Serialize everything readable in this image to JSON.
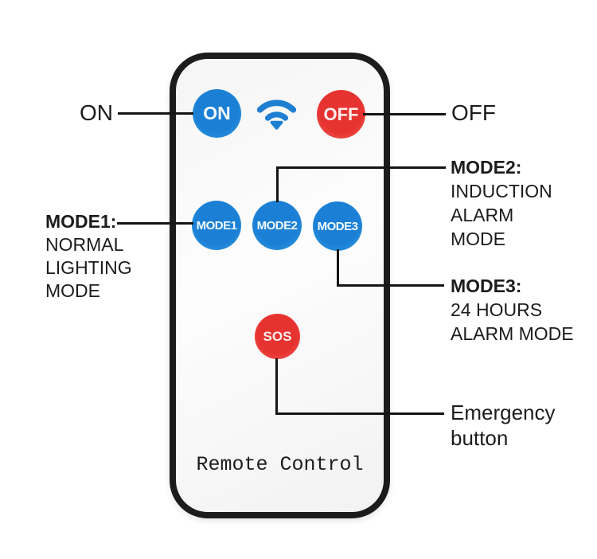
{
  "colors": {
    "blue": "#1b80d5",
    "red": "#e73330",
    "line": "#151515"
  },
  "remote": {
    "on_button": "ON",
    "off_button": "OFF",
    "mode1_button": "MODE1",
    "mode2_button": "MODE2",
    "mode3_button": "MODE3",
    "sos_button": "SOS",
    "brand": "Remote Control"
  },
  "callouts": {
    "on": {
      "label": "ON"
    },
    "off": {
      "label": "OFF"
    },
    "mode1": {
      "title": "MODE1:",
      "lines": [
        "NORMAL",
        "LIGHTING",
        "MODE"
      ]
    },
    "mode2": {
      "title": "MODE2:",
      "lines": [
        "INDUCTION",
        "ALARM",
        "MODE"
      ]
    },
    "mode3": {
      "title": "MODE3:",
      "lines": [
        "24 HOURS",
        "ALARM MODE"
      ]
    },
    "emergency": {
      "lines": [
        "Emergency",
        "button"
      ]
    }
  }
}
